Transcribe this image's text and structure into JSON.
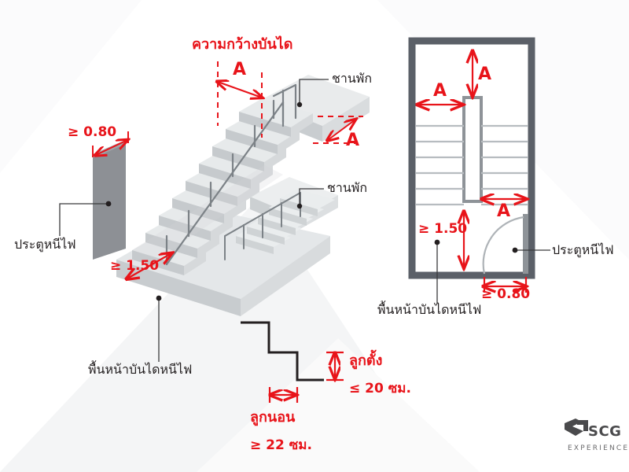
{
  "meta": {
    "title": "ความกว้างบันได",
    "accent_red": "#e8141a",
    "text_black": "#231f20",
    "wall_gray": "#5b6068",
    "slab_light": "#e9ebec",
    "slab_mid": "#d3d6d8",
    "slab_dark": "#b9bdc0",
    "door_gray": "#8d9095",
    "background": "#ffffff"
  },
  "isometric": {
    "title": "ความกว้างบันได",
    "dim_stair_width_top": "A",
    "dim_stair_width_landing": "A",
    "dim_door_width": "≥ 0.80",
    "dim_landing_depth": "≥ 1.50",
    "label_landing_upper": "ชานพัก",
    "label_landing_lower": "ชานพัก",
    "label_fire_door": "ประตูหนีไฟ",
    "label_floor_front": "พื้นหน้าบันไดหนีไฟ"
  },
  "plan": {
    "dim_width_vertical": "A",
    "dim_width_left": "A",
    "dim_width_right": "A",
    "dim_landing_depth": "≥ 1.50",
    "dim_door_width": "≥ 0.80",
    "label_fire_door": "ประตูหนีไฟ",
    "label_floor_front": "พื้นหน้าบันไดหนีไฟ"
  },
  "step_detail": {
    "riser_label": "ลูกตั้ง",
    "riser_value": "≤ 20 ซม.",
    "tread_label": "ลูกนอน",
    "tread_value": "≥ 22 ซม."
  },
  "logo": {
    "brand": "SCG",
    "tagline": "EXPERIENCE"
  }
}
